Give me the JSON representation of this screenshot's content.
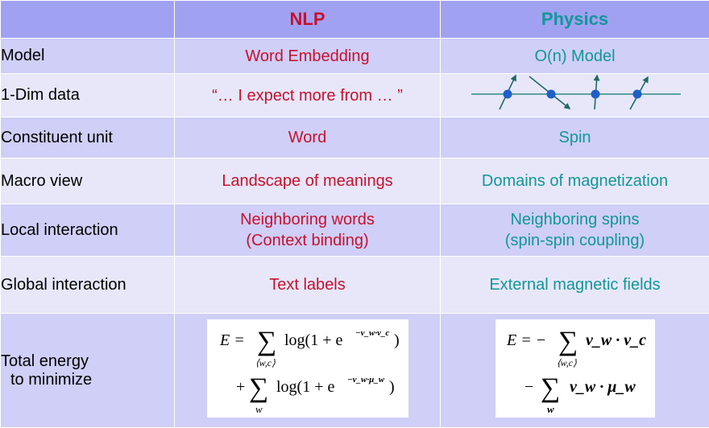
{
  "header": {
    "col1": "",
    "nlp": "NLP",
    "physics": "Physics"
  },
  "rows": [
    {
      "label": "Model",
      "nlp": "Word Embedding",
      "physics": "O(n) Model"
    },
    {
      "label": "1-Dim data",
      "nlp": "“… I expect more from … ”",
      "physics": ""
    },
    {
      "label": "Constituent unit",
      "nlp": "Word",
      "physics": "Spin"
    },
    {
      "label": "Macro view",
      "nlp": "Landscape of meanings",
      "physics": "Domains of magnetization"
    },
    {
      "label": "Local interaction",
      "nlp": [
        "Neighboring words",
        "(Context binding)"
      ],
      "physics": [
        "Neighboring spins",
        "(spin-spin coupling)"
      ]
    },
    {
      "label": "Global interaction",
      "nlp": "Text labels",
      "physics": "External magnetic fields"
    },
    {
      "label": [
        "Total energy",
        "to minimize"
      ]
    }
  ],
  "equations": {
    "nlp_line1": {
      "lhs": "E =",
      "sum_sub": "⟨w,c⟩",
      "body": "log(1 + e",
      "exp": "−v_w·v_c",
      "close": ")"
    },
    "nlp_line2": {
      "lhs": "+",
      "sum_sub": "w",
      "body": "log(1 + e",
      "exp": "−v_w·μ_w",
      "close": ")"
    },
    "phys_line1": {
      "lhs": "E = −",
      "sum_sub": "⟨w,c⟩",
      "body": "v_w · v_c"
    },
    "phys_line2": {
      "lhs": "−",
      "sum_sub": "w",
      "body": "v_w · μ_w"
    }
  },
  "spin_chain": {
    "spins": [
      {
        "direction": "up-right"
      },
      {
        "direction": "down-right"
      },
      {
        "direction": "up"
      },
      {
        "direction": "up-right"
      }
    ],
    "colors": {
      "line": "#2c8c88",
      "dot": "#1f5fc8",
      "arrow": "#1f6a66"
    }
  },
  "colors": {
    "header_bg": "#a1a1f2",
    "row_dark": "#cfcff7",
    "row_light": "#e7e7f9",
    "nlp": "#c8102e",
    "physics": "#12969a"
  }
}
